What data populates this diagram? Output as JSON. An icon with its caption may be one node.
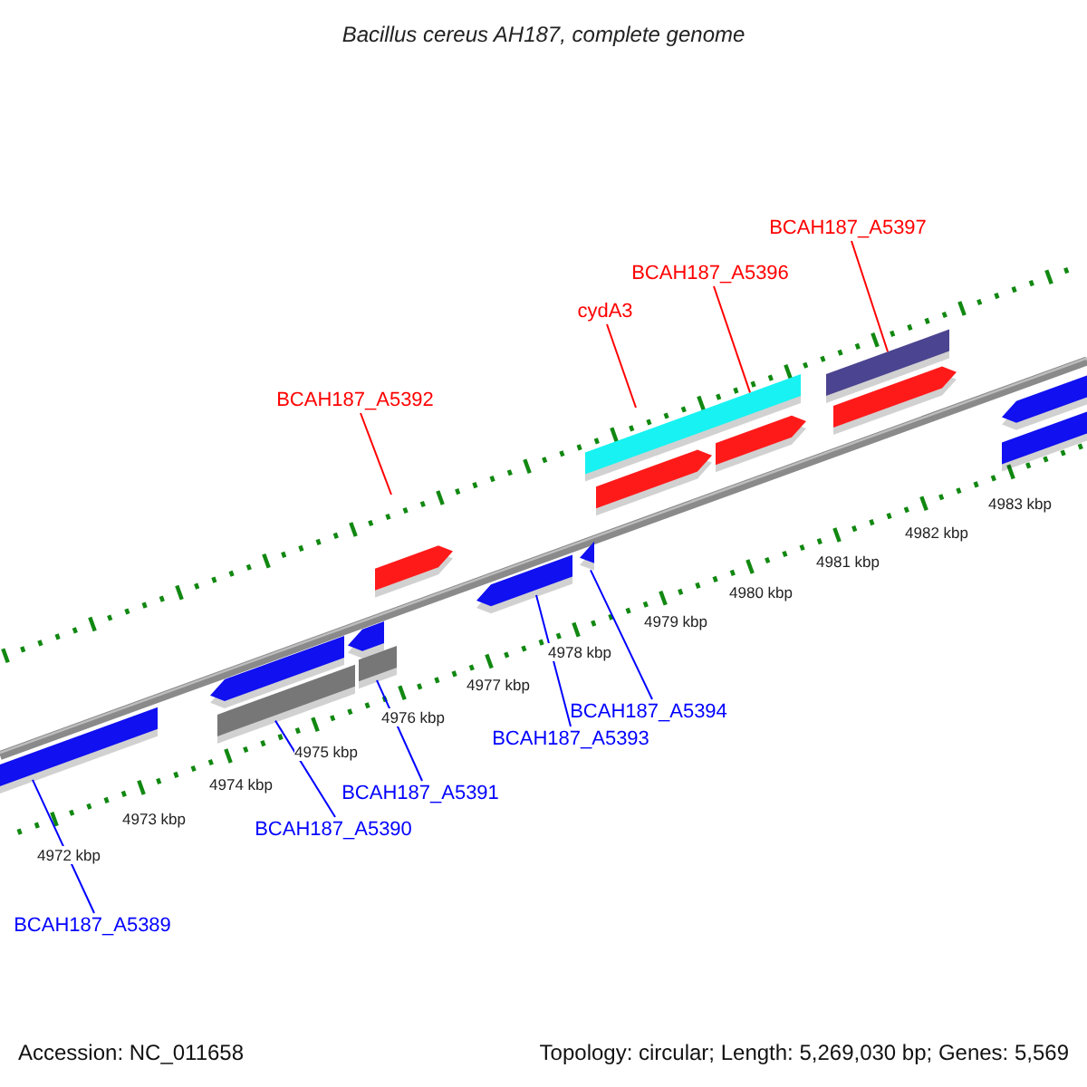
{
  "diagram": {
    "title": "Bacillus cereus AH187, complete genome",
    "nodes": [
      {
        "text": [
          "BCAH187_A5397"
        ]
      },
      {
        "text": [
          "BCAH187_A5396"
        ]
      },
      {
        "text": [
          "cydA3"
        ]
      },
      {
        "text": [
          "BCAH187_A5392"
        ]
      },
      {
        "text": [
          "BCAH187_A5394"
        ]
      },
      {
        "text": [
          "BCAH187_A5393"
        ]
      },
      {
        "text": [
          "BCAH187_A5391"
        ]
      },
      {
        "text": [
          "BCAH187_A5390"
        ]
      },
      {
        "text": [
          "BCAH187_A5389"
        ]
      },
      {
        "text": [],
        "shape": "bar"
      },
      {
        "text": [],
        "shape": "bar"
      },
      {
        "text": [],
        "shape": "bar"
      },
      {
        "text": [],
        "shape": "bar"
      },
      {
        "text": [],
        "shape": "bar"
      },
      {
        "text": [],
        "shape": "bar"
      },
      {
        "text": [],
        "shape": "bar"
      },
      {
        "text": [],
        "shape": "bar"
      },
      {
        "text": [],
        "shape": "bar"
      },
      {
        "text": [],
        "shape": "bar"
      },
      {
        "text": [],
        "shape": "bar"
      },
      {
        "text": [],
        "shape": "bar"
      },
      {
        "text": [],
        "shape": "bar"
      },
      {
        "text": [],
        "shape": "bar"
      },
      {
        "text": [],
        "shape": "bar"
      }
    ],
    "edges": [
      {
        "from": 0,
        "to": 20,
        "arrow": "none",
        "color": "#ff0000"
      },
      {
        "from": 1,
        "to": 17,
        "arrow": "none",
        "color": "#ff0000"
      },
      {
        "from": 2,
        "to": null,
        "arrow": "none",
        "color": "#ff0000"
      },
      {
        "from": 3,
        "to": null,
        "arrow": "none",
        "color": "#ff0000"
      },
      {
        "from": 4,
        "to": 16,
        "arrow": "none",
        "color": "#0000ff"
      },
      {
        "from": 5,
        "to": 15,
        "arrow": "none",
        "color": "#0000ff"
      },
      {
        "from": 6,
        "to": 13,
        "arrow": "none",
        "color": "#0000ff"
      },
      {
        "from": 7,
        "to": 11,
        "arrow": "none",
        "color": "#0000ff"
      },
      {
        "from": 8,
        "to": 9,
        "arrow": "none",
        "color": "#0000ff"
      }
    ],
    "labels": [
      "4983 kbp",
      "4982 kbp",
      "4981 kbp",
      "4980 kbp",
      "4979 kbp",
      "4978 kbp",
      "4977 kbp",
      "4976 kbp",
      "4975 kbp",
      "4974 kbp",
      "4973 kbp",
      "4972 kbp",
      "Accession: NC_011658",
      "Topology: circular; Length: 5,269,030 bp; Genes: 5,569"
    ]
  }
}
